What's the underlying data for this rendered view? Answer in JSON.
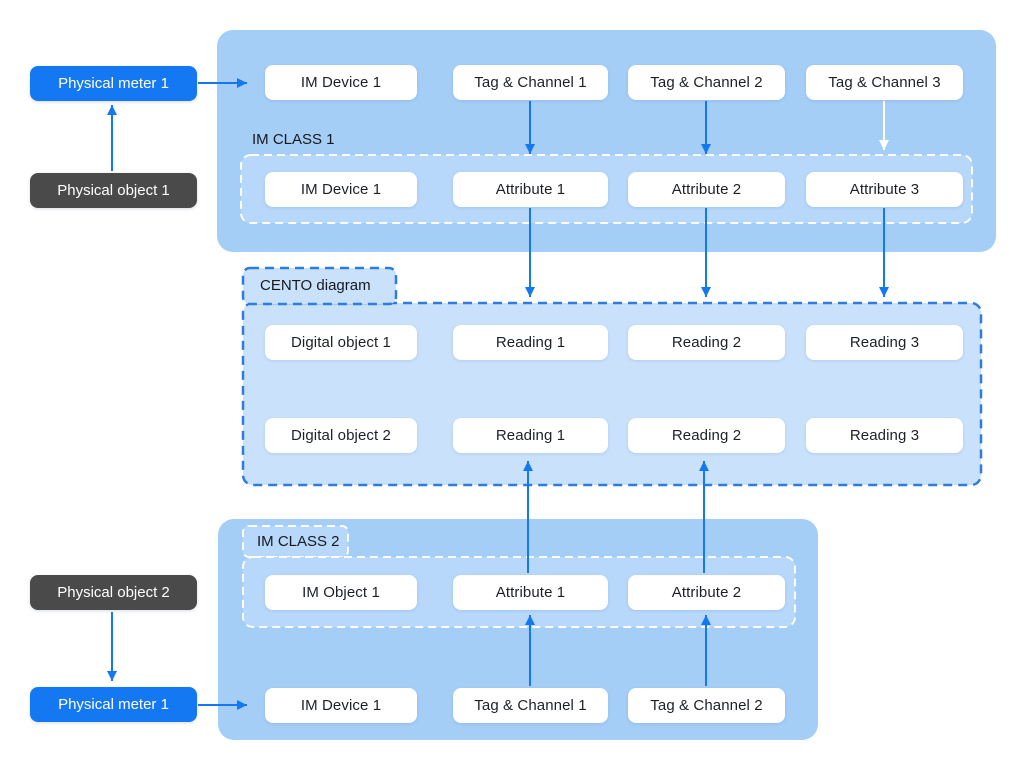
{
  "page": {
    "background": "#ffffff"
  },
  "colors": {
    "accent_blue": "#1478f2",
    "dark_gray": "#4a4a4a",
    "container_blue": "#a5cef7",
    "inner_group_blue": "#b7d8fa",
    "cento_blue": "#c9e1fb",
    "cento_border_blue": "#2e7ce0",
    "node_white": "#ffffff",
    "text_dark": "#1d2126",
    "white_arrow": "#ffffff"
  },
  "left_column": {
    "physical_meter_top": "Physical meter 1",
    "physical_object_top": "Physical object 1",
    "physical_object_bottom": "Physical object 2",
    "physical_meter_bottom": "Physical meter 1"
  },
  "im_class_1": {
    "label": "IM CLASS 1",
    "top_row": [
      "IM Device 1",
      "Tag & Channel 1",
      "Tag & Channel 2",
      "Tag & Channel 3"
    ],
    "dashed_row": [
      "IM Device 1",
      "Attribute 1",
      "Attribute 2",
      "Attribute 3"
    ]
  },
  "cento": {
    "label": "CENTO diagram",
    "row_1": [
      "Digital object 1",
      "Reading 1",
      "Reading 2",
      "Reading 3"
    ],
    "row_2": [
      "Digital object 2",
      "Reading 1",
      "Reading 2",
      "Reading 3"
    ]
  },
  "im_class_2": {
    "label": "IM CLASS 2",
    "dashed_row": [
      "IM Object 1",
      "Attribute 1",
      "Attribute 2"
    ],
    "bottom_row": [
      "IM Device 1",
      "Tag & Channel 1",
      "Tag & Channel 2"
    ]
  }
}
